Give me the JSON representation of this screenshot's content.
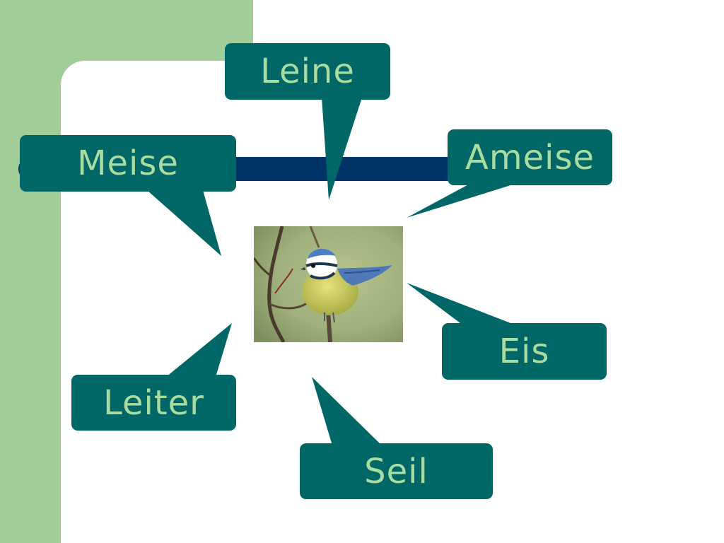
{
  "colors": {
    "band": "#a0cd98",
    "bar": "#003366",
    "bubble": "#006666",
    "bubble_text": "#a8dca0"
  },
  "picture": "blue-tit-on-branch",
  "words": {
    "leine": "Leine",
    "meise": "Meise",
    "ameise": "Ameise",
    "eis": "Eis",
    "leiter": "Leiter",
    "seil": "Seil"
  }
}
